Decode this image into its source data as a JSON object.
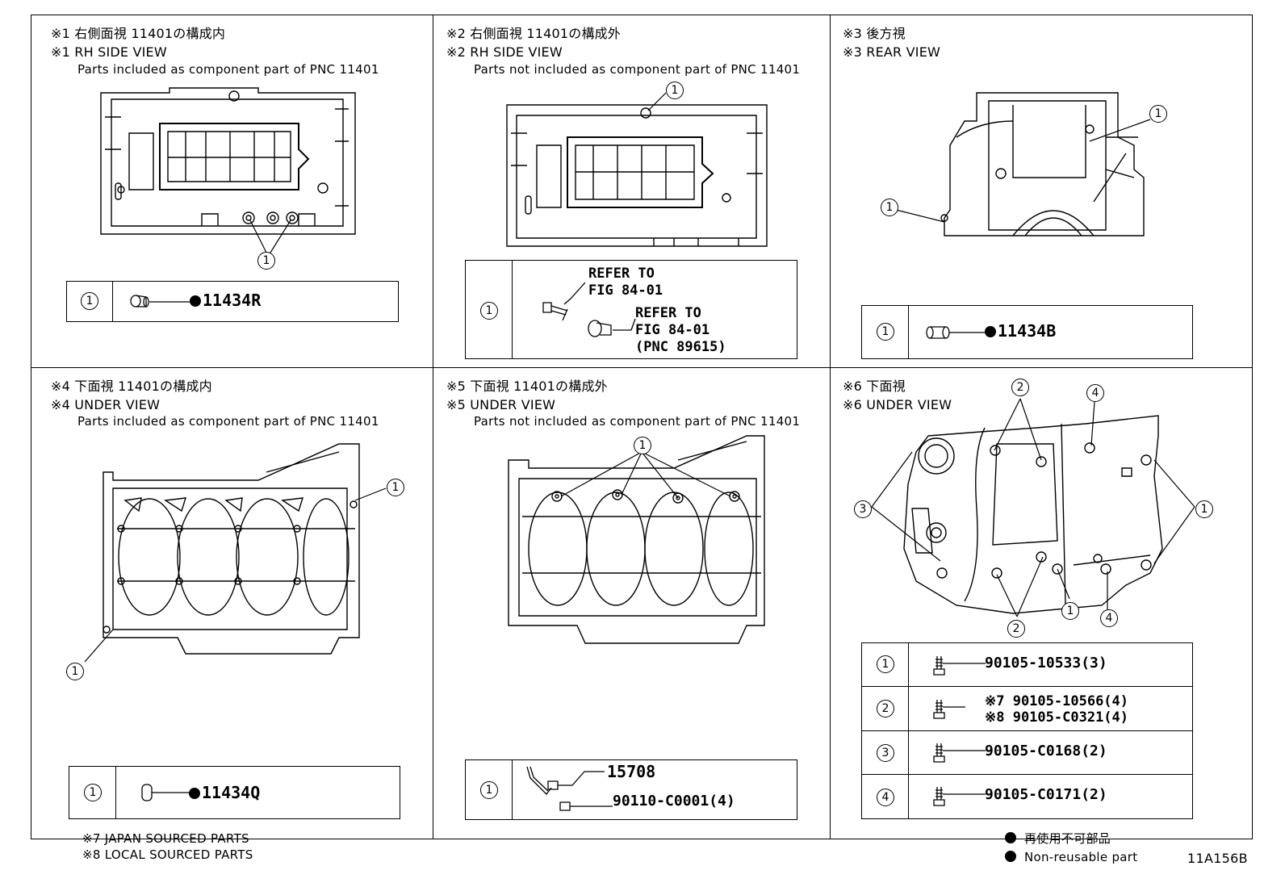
{
  "panels": [
    {
      "id": "p1",
      "line1": "※1 右側面視 11401の構成内",
      "line2": "※1 RH SIDE VIEW",
      "line3": "Parts included as component part of PNC 11401"
    },
    {
      "id": "p2",
      "line1": "※2 右側面視 11401の構成外",
      "line2": "※2 RH SIDE VIEW",
      "line3": "Parts not included as component part of PNC 11401"
    },
    {
      "id": "p3",
      "line1": "※3 後方視",
      "line2": "※3 REAR VIEW",
      "line3": ""
    },
    {
      "id": "p4",
      "line1": "※4 下面視 11401の構成内",
      "line2": "※4 UNDER VIEW",
      "line3": "Parts included as component part of PNC 11401"
    },
    {
      "id": "p5",
      "line1": "※5 下面視 11401の構成外",
      "line2": "※5 UNDER VIEW",
      "line3": "Parts not included as component part of PNC 11401"
    },
    {
      "id": "p6",
      "line1": "※6 下面視",
      "line2": "※6 UNDER VIEW",
      "line3": ""
    }
  ],
  "callouts": {
    "c1": "1",
    "c2": "2",
    "c3": "3",
    "c4": "4"
  },
  "tables": {
    "p1": {
      "idx": "1",
      "part": "11434R"
    },
    "p2": {
      "idx": "1",
      "refer1": "REFER TO",
      "fig1": "FIG 84-01",
      "refer2": "REFER TO",
      "fig2": "FIG 84-01",
      "pnc": "(PNC 89615)"
    },
    "p3": {
      "idx": "1",
      "part": "11434B"
    },
    "p4": {
      "idx": "1",
      "part": "11434Q"
    },
    "p5": {
      "idx": "1",
      "part1": "15708",
      "part2": "90110-C0001(4)"
    },
    "p6": [
      {
        "idx": "1",
        "part": "90105-10533(3)"
      },
      {
        "idx": "2",
        "line_a": "※7 90105-10566(4)",
        "line_b": "※8 90105-C0321(4)"
      },
      {
        "idx": "3",
        "part": "90105-C0168(2)"
      },
      {
        "idx": "4",
        "part": "90105-C0171(2)"
      }
    ]
  },
  "footer": {
    "note7": "※7 JAPAN SOURCED PARTS",
    "note8": "※8 LOCAL SOURCED PARTS",
    "legend_jp": "再使用不可部品",
    "legend_en": "Non-reusable part",
    "code": "11A156B"
  }
}
